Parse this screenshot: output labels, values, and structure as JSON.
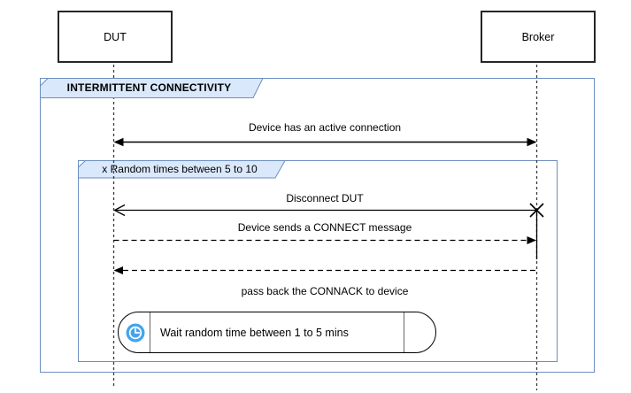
{
  "actors": [
    {
      "name": "DUT"
    },
    {
      "name": "Broker"
    }
  ],
  "frames": {
    "outer": {
      "title": "INTERMITTENT CONNECTIVITY"
    },
    "loop": {
      "title": "x Random times between 5 to 10"
    }
  },
  "messages": {
    "active_connection": {
      "label": "Device has an active connection",
      "line": "solid",
      "arrowheads": "filled-both-ends"
    },
    "disconnect": {
      "label": "Disconnect DUT",
      "line": "solid",
      "arrowheads": "open-left",
      "terminator": "lost-x-right"
    },
    "connect": {
      "label": "Device sends a CONNECT message",
      "line": "dashed",
      "arrowheads": "filled-right"
    },
    "connack": {
      "label": "pass back the CONNACK to device",
      "line": "dashed",
      "arrowheads": "filled-left"
    }
  },
  "wait": {
    "label": "Wait random time between 1 to 5 mins",
    "icon": "clock-icon"
  },
  "colors": {
    "frame_border": "#6c8ebf",
    "frame_label_fill": "#dae8fc",
    "line_color": "#000000",
    "lifeline_color": "#3b3b3b",
    "clock_blue": "#41a5ee",
    "divider_gray": "#666666"
  }
}
